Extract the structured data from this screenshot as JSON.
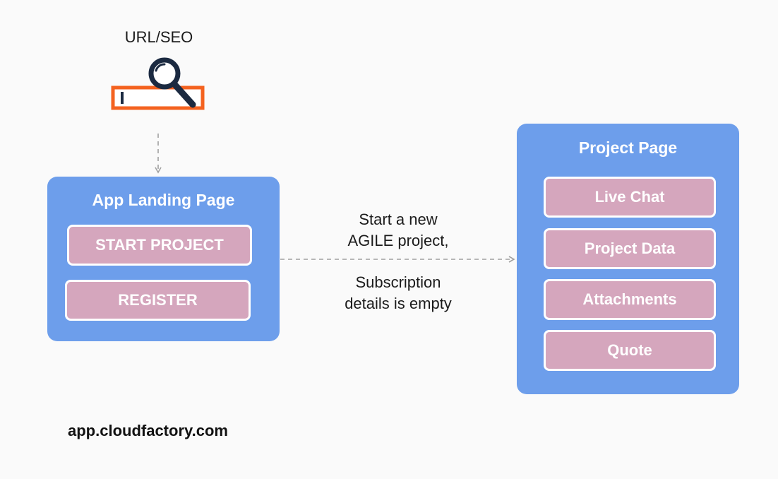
{
  "entry": {
    "label": "URL/SEO",
    "icon": "search-icon"
  },
  "landing_page": {
    "title": "App Landing Page",
    "buttons": [
      "START PROJECT",
      "REGISTER"
    ]
  },
  "transition": {
    "label_top": "Start a new\nAGILE project,",
    "label_bottom": "Subscription\ndetails is empty"
  },
  "project_page": {
    "title": "Project Page",
    "items": [
      "Live Chat",
      "Project Data",
      "Attachments",
      "Quote"
    ]
  },
  "footer": {
    "domain": "app.cloudfactory.com"
  },
  "colors": {
    "panel": "#6d9eeb",
    "pill": "#d5a6bd",
    "search_bar": "#f4621f",
    "magnifier": "#1b2a41",
    "connector": "#a0a0a0"
  }
}
